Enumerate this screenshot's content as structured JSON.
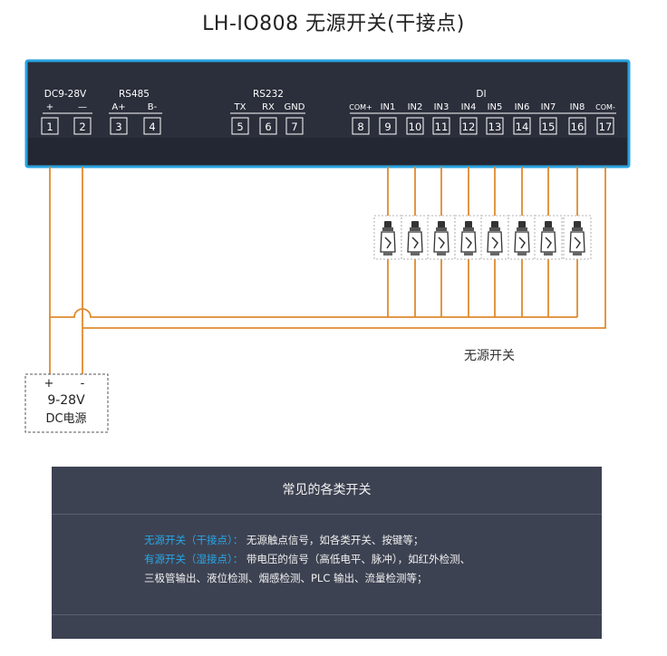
{
  "title": "LH-IO808 无源开关(干接点)",
  "groups": {
    "dc": "DC9-28V",
    "rs485": "RS485",
    "rs232": "RS232",
    "di": "DI"
  },
  "terminal_labels": [
    "+",
    "—",
    "A+",
    "B-",
    "TX",
    "RX",
    "GND",
    "COM+",
    "IN1",
    "IN2",
    "IN3",
    "IN4",
    "IN5",
    "IN6",
    "IN7",
    "IN8",
    "COM-"
  ],
  "terminal_numbers": [
    "1",
    "2",
    "3",
    "4",
    "5",
    "6",
    "7",
    "8",
    "9",
    "10",
    "11",
    "12",
    "13",
    "14",
    "15",
    "16",
    "17"
  ],
  "switch_label": "无源开关",
  "power_supply": {
    "plus": "+",
    "minus": "-",
    "voltage": "9-28V",
    "name": "DC电源"
  },
  "info_panel": {
    "title": "常见的各类开关",
    "passive_label": "无源开关（干接点）：",
    "passive_desc": "无源触点信号，如各类开关、按键等；",
    "active_label": "有源开关（湿接点）：",
    "active_desc": "带电压的信号（高低电平、脉冲），如红外检测、",
    "active_desc2": "三极管输出、液位检测、烟感检测、PLC 输出、流量检测等；"
  },
  "colors": {
    "wire": "#e08a2e",
    "device_body": "#2b2f3b",
    "device_border": "#29a3e0",
    "panel_bg": "#3d4252",
    "highlight": "#27a7e8"
  }
}
